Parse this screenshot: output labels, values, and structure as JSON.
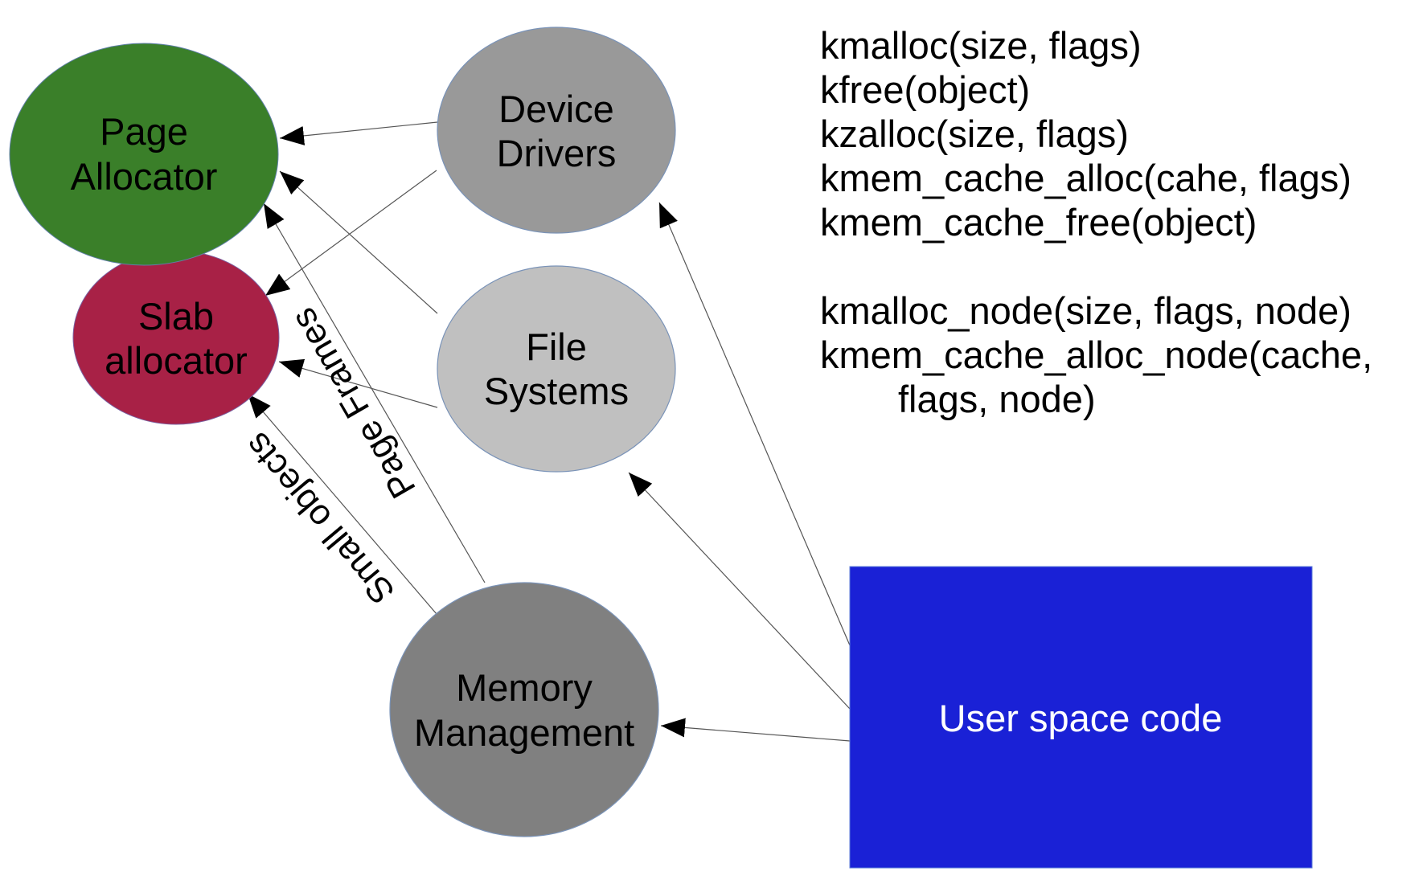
{
  "diagram": {
    "nodes": [
      {
        "id": "page-allocator",
        "lines": [
          "Page",
          "Allocator"
        ],
        "color": "#3a7f29"
      },
      {
        "id": "slab-allocator",
        "lines": [
          "Slab",
          "allocator"
        ],
        "color": "#a82146"
      },
      {
        "id": "device-drivers",
        "lines": [
          "Device",
          "Drivers"
        ],
        "color": "#999999"
      },
      {
        "id": "file-systems",
        "lines": [
          "File",
          "Systems"
        ],
        "color": "#c0c0c0"
      },
      {
        "id": "memory-management",
        "lines": [
          "Memory",
          "Management"
        ],
        "color": "#808080"
      },
      {
        "id": "user-space-code",
        "lines": [
          "User space code"
        ],
        "color": "#1a21d6"
      }
    ],
    "edges": [
      {
        "from": "device-drivers",
        "to": "page-allocator"
      },
      {
        "from": "device-drivers",
        "to": "slab-allocator"
      },
      {
        "from": "file-systems",
        "to": "page-allocator"
      },
      {
        "from": "file-systems",
        "to": "slab-allocator"
      },
      {
        "from": "memory-management",
        "to": "page-allocator",
        "label": "Page Frames"
      },
      {
        "from": "memory-management",
        "to": "slab-allocator",
        "label": "Small objects"
      },
      {
        "from": "user-space-code",
        "to": "device-drivers"
      },
      {
        "from": "user-space-code",
        "to": "file-systems"
      },
      {
        "from": "user-space-code",
        "to": "memory-management"
      }
    ],
    "edge_labels": {
      "page_frames": "Page Frames",
      "small_objects": "Small objects"
    }
  },
  "api": {
    "lines": [
      "kmalloc(size, flags)",
      "kfree(object)",
      "kzalloc(size, flags)",
      "kmem_cache_alloc(cahe, flags)",
      "kmem_cache_free(object)",
      "",
      "kmalloc_node(size, flags, node)",
      "kmem_cache_alloc_node(cache,",
      "flags, node)"
    ]
  }
}
